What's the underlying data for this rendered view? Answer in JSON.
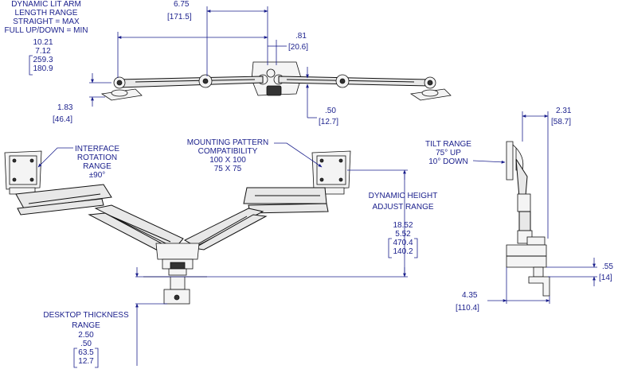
{
  "top_view": {
    "arm_range_title": [
      "DYNAMIC LIT ARM",
      "LENGTH RANGE",
      "STRAIGHT = MAX",
      "FULL UP/DOWN = MIN"
    ],
    "arm_range_in": [
      "10.21",
      "7.12"
    ],
    "arm_range_mm": [
      "259.3",
      "180.9"
    ],
    "spacing_in": "6.75",
    "spacing_mm": "171.5",
    "offset_in": ".81",
    "offset_mm": "20.6",
    "base_height_in": "1.83",
    "base_height_mm": "46.4",
    "bracket_in": ".50",
    "bracket_mm": "12.7"
  },
  "front_view": {
    "interface_rotation": [
      "INTERFACE",
      "ROTATION",
      "RANGE",
      "±90°"
    ],
    "mounting_pattern": [
      "MOUNTING PATTERN",
      "COMPATIBILITY",
      "100 X 100",
      "75 X 75"
    ],
    "dynamic_height": [
      "DYNAMIC HEIGHT",
      "ADJUST RANGE"
    ],
    "height_in": [
      "18.52",
      "5.52"
    ],
    "height_mm": [
      "470.4",
      "140.2"
    ],
    "desktop_thickness": [
      "DESKTOP THICKNESS",
      "RANGE"
    ],
    "thickness_in": [
      "2.50",
      ".50"
    ],
    "thickness_mm": [
      "63.5",
      "12.7"
    ]
  },
  "side_view": {
    "tilt_range": [
      "TILT RANGE",
      "75° UP",
      "10° DOWN"
    ],
    "depth_in": "2.31",
    "depth_mm": "58.7",
    "clamp_in": ".55",
    "clamp_mm": "14",
    "base_in": "4.35",
    "base_mm": "110.4"
  }
}
